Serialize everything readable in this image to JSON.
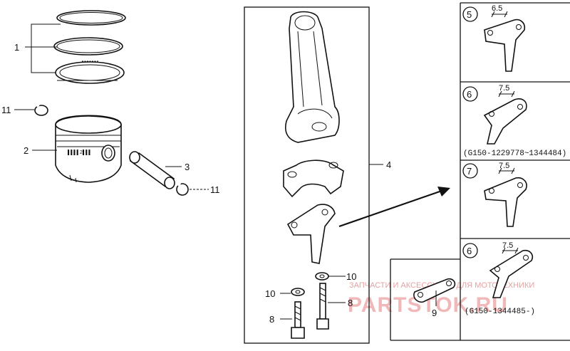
{
  "callouts": {
    "c1": "1",
    "c2": "2",
    "c3": "3",
    "c4": "4",
    "c8a": "8",
    "c8b": "8",
    "c9": "9",
    "c10a": "10",
    "c10b": "10",
    "c11a": "11",
    "c11b": "11"
  },
  "variants": {
    "v5": {
      "number": "5",
      "dimension": "6.5",
      "note": ""
    },
    "v6a": {
      "number": "6",
      "dimension": "7.5",
      "note": "(G150-1229778~1344484)"
    },
    "v7": {
      "number": "7",
      "dimension": "7.5",
      "note": ""
    },
    "v6b": {
      "number": "6",
      "dimension": "7.5",
      "note": "(G150-1344485-)"
    }
  },
  "watermark": {
    "line1": "ЗАПЧАСТИ И АКСЕССУАРЫ ДЛЯ МОТОТЕХНИКИ",
    "line2": "PARTSTOK.RU"
  },
  "colors": {
    "ink": "#111111",
    "watermark": "#f0b8b8"
  }
}
